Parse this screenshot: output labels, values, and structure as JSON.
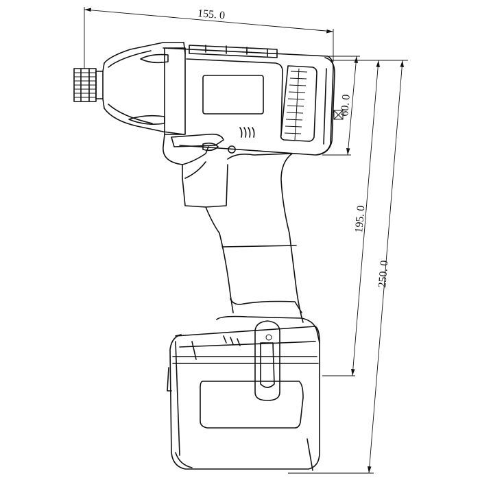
{
  "dimensions": {
    "width_label": "155. 0",
    "diameter_label": "60. 0",
    "diameter_symbol": "diameter-square-icon",
    "grip_height_label": "195. 0",
    "total_height_label": "250. 0"
  },
  "colors": {
    "line": "#111111",
    "background": "#ffffff"
  }
}
